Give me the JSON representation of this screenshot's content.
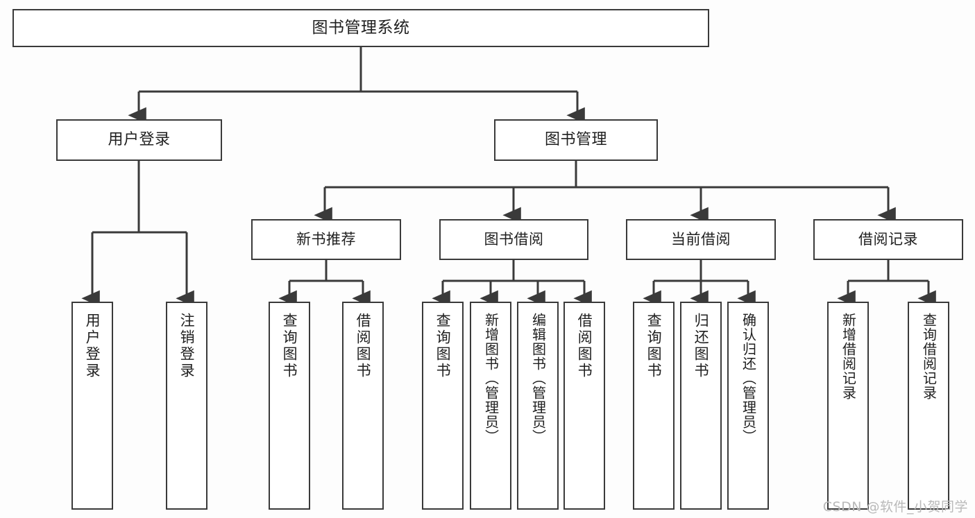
{
  "diagram": {
    "title": "图书管理系统",
    "type": "tree-hierarchy-diagram",
    "colors": {
      "background": "#fdfdfd",
      "node_fill": "#ffffff",
      "node_border": "#3a3a3a",
      "text": "#1f1f1f",
      "watermark": "#b9b9b9"
    }
  },
  "watermark": {
    "text": "CSDN @软件_小贺同学"
  },
  "nodes": {
    "root": {
      "label": "图书管理系统"
    },
    "level2": [
      {
        "label": "用户登录"
      },
      {
        "label": "图书管理"
      }
    ],
    "level3": [
      {
        "label": "新书推荐"
      },
      {
        "label": "图书借阅"
      },
      {
        "label": "当前借阅"
      },
      {
        "label": "借阅记录"
      }
    ],
    "leaves": {
      "user_login": [
        {
          "label": "用户登录"
        },
        {
          "label": "注销登录"
        }
      ],
      "new_book_recommend": [
        {
          "label": "查询图书"
        },
        {
          "label": "借阅图书"
        }
      ],
      "book_borrow": [
        {
          "label": "查询图书"
        },
        {
          "label": "新增图书（管理员）"
        },
        {
          "label": "编辑图书（管理员）"
        },
        {
          "label": "借阅图书"
        }
      ],
      "current_borrow": [
        {
          "label": "查询图书"
        },
        {
          "label": "归还图书"
        },
        {
          "label": "确认归还（管理员）"
        }
      ],
      "borrow_records": [
        {
          "label": "新增借阅记录"
        },
        {
          "label": "查询借阅记录"
        }
      ]
    }
  }
}
